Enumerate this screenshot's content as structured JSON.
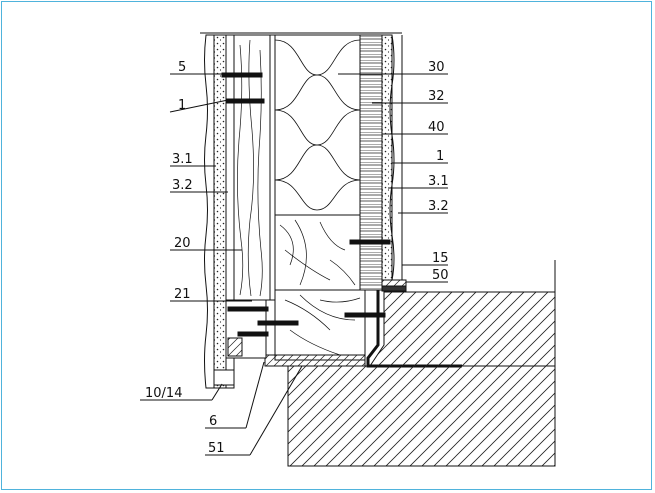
{
  "labels": {
    "l5": "5",
    "l1a": "1",
    "l31a": "3.1",
    "l32a": "3.2",
    "l20": "20",
    "l21": "21",
    "l1014": "10/14",
    "l6": "6",
    "l51": "51",
    "l30": "30",
    "l32b": "32",
    "l40": "40",
    "l1b": "1",
    "l31b": "3.1",
    "l32c": "3.2",
    "l15": "15",
    "l50": "50"
  },
  "colors": {
    "frame": "#4fb3dc",
    "line": "#111111"
  }
}
